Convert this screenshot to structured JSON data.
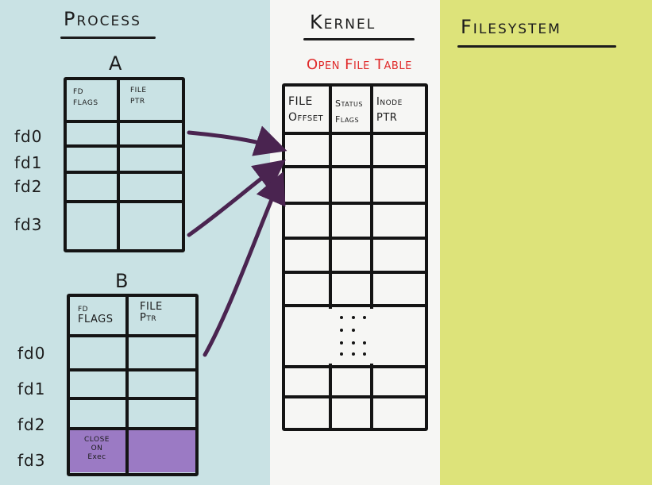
{
  "sections": {
    "process": "Process",
    "kernel": "Kernel",
    "filesystem": "Filesystem"
  },
  "process_a": {
    "title": "A",
    "col1": "fd\nflags",
    "col2": "file\nptr",
    "rows": [
      "fd0",
      "fd1",
      "fd2",
      "fd3"
    ]
  },
  "process_b": {
    "title": "B",
    "col1": "fd\nFLAGS",
    "col2": "FILE\nPtr",
    "rows": [
      "fd0",
      "fd1",
      "fd2",
      "fd3"
    ],
    "close_on_exec": "CLOSE\nON\nExec"
  },
  "open_file_table": {
    "title": "Open File Table",
    "col1": "FILE\nOffset",
    "col2": "Status\nFlags",
    "col3": "Inode\nPTR"
  },
  "colors": {
    "process_bg": "#c9e2e4",
    "kernel_bg": "#f6f6f4",
    "filesystem_bg": "#dde37a",
    "arrow": "#4a2450",
    "highlight": "#9b7ac4",
    "title_red": "#e02a2a"
  }
}
